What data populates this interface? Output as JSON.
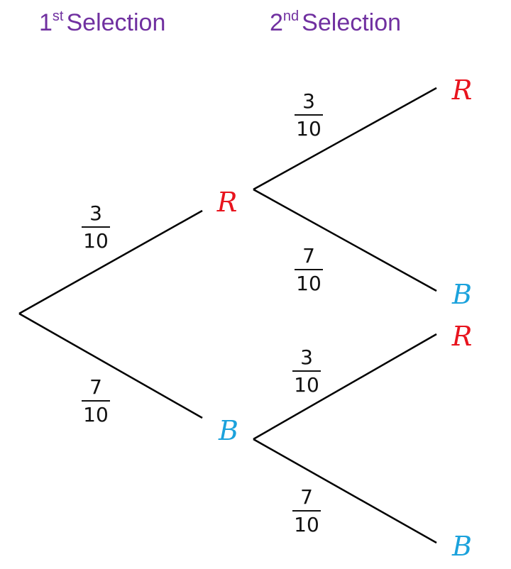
{
  "headings": [
    {
      "number": "1",
      "suffix": "st",
      "text": "Selection"
    },
    {
      "number": "2",
      "suffix": "nd",
      "text": "Selection"
    }
  ],
  "colors": {
    "R": "#e8141e",
    "B": "#1ba2dc",
    "heading": "#7030a0",
    "line": "#000000"
  },
  "tree": {
    "first": [
      {
        "label": "R",
        "prob": {
          "num": "3",
          "den": "10"
        },
        "second": [
          {
            "label": "R",
            "prob": {
              "num": "3",
              "den": "10"
            }
          },
          {
            "label": "B",
            "prob": {
              "num": "7",
              "den": "10"
            }
          }
        ]
      },
      {
        "label": "B",
        "prob": {
          "num": "7",
          "den": "10"
        },
        "second": [
          {
            "label": "R",
            "prob": {
              "num": "3",
              "den": "10"
            }
          },
          {
            "label": "B",
            "prob": {
              "num": "7",
              "den": "10"
            }
          }
        ]
      }
    ]
  }
}
